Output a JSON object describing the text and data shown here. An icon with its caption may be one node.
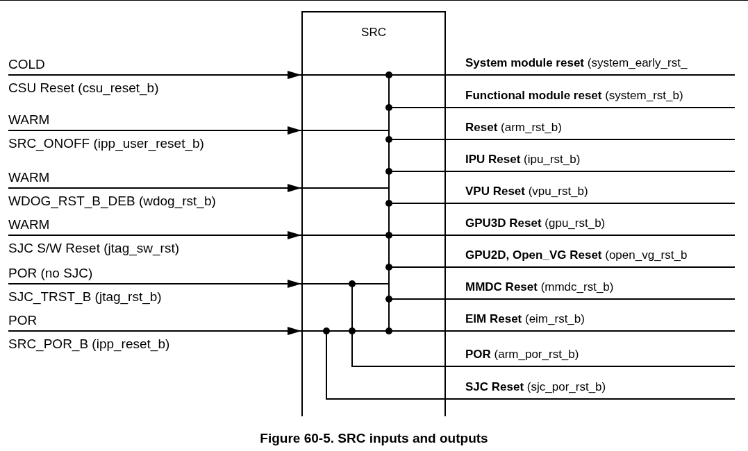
{
  "diagram": {
    "caption": "Figure 60-5. SRC inputs and outputs",
    "nodes": [
      {
        "text": [
          "SRC"
        ]
      },
      {
        "text": [
          "COLD",
          "CSU Reset (csu_reset_b)"
        ]
      },
      {
        "text": [
          "WARM",
          "SRC_ONOFF (ipp_user_reset_b)"
        ]
      },
      {
        "text": [
          "WARM",
          "WDOG_RST_B_DEB (wdog_rst_b)"
        ]
      },
      {
        "text": [
          "WARM",
          "SJC S/W Reset (jtag_sw_rst)"
        ]
      },
      {
        "text": [
          "POR (no SJC)",
          "SJC_TRST_B (jtag_rst_b)"
        ]
      },
      {
        "text": [
          "POR",
          "SRC_POR_B (ipp_reset_b)"
        ]
      },
      {
        "text": [
          "**System module reset** (system_early_rst_"
        ]
      },
      {
        "text": [
          "**Functional module reset** (system_rst_b)"
        ]
      },
      {
        "text": [
          "**Reset** (arm_rst_b)"
        ]
      },
      {
        "text": [
          "**IPU Reset** (ipu_rst_b)"
        ]
      },
      {
        "text": [
          "**VPU Reset** (vpu_rst_b)"
        ]
      },
      {
        "text": [
          "**GPU3D Reset** (gpu_rst_b)"
        ]
      },
      {
        "text": [
          "**GPU2D, Open_VG Reset** (open_vg_rst_b"
        ]
      },
      {
        "text": [
          "**MMDC Reset** (mmdc_rst_b)"
        ]
      },
      {
        "text": [
          "**EIM Reset** (eim_rst_b)"
        ]
      },
      {
        "text": [
          "**POR** (arm_por_rst_b)"
        ]
      },
      {
        "text": [
          "**SJC Reset** (sjc_por_rst_b)"
        ]
      }
    ],
    "edges": [
      {
        "from": 1,
        "to": 0,
        "arrow": "to"
      },
      {
        "from": 2,
        "to": 0,
        "arrow": "to"
      },
      {
        "from": 3,
        "to": 0,
        "arrow": "to"
      },
      {
        "from": 4,
        "to": 0,
        "arrow": "to"
      },
      {
        "from": 5,
        "to": 0,
        "arrow": "to"
      },
      {
        "from": 6,
        "to": 0,
        "arrow": "to"
      },
      {
        "from": 0,
        "to": 7,
        "arrow": "none"
      },
      {
        "from": 0,
        "to": 8,
        "arrow": "none"
      },
      {
        "from": 0,
        "to": 9,
        "arrow": "none"
      },
      {
        "from": 0,
        "to": 10,
        "arrow": "none"
      },
      {
        "from": 0,
        "to": 11,
        "arrow": "none"
      },
      {
        "from": 0,
        "to": 12,
        "arrow": "none"
      },
      {
        "from": 0,
        "to": 13,
        "arrow": "none"
      },
      {
        "from": 0,
        "to": 14,
        "arrow": "none"
      },
      {
        "from": 0,
        "to": 15,
        "arrow": "none"
      },
      {
        "from": 0,
        "to": 16,
        "arrow": "none"
      },
      {
        "from": 0,
        "to": 17,
        "arrow": "none"
      }
    ]
  }
}
